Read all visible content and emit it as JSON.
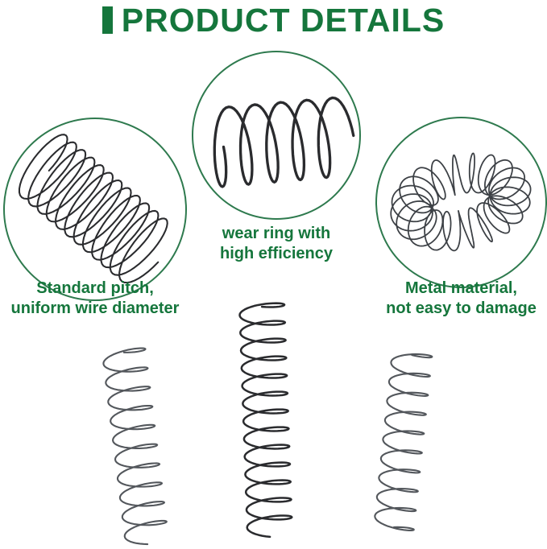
{
  "title": "PRODUCT DETAILS",
  "features": [
    {
      "line1": "Standard pitch,",
      "line2": "uniform wire diameter"
    },
    {
      "line1": "wear ring with",
      "line2": "high efficiency"
    },
    {
      "line1": "Metal material,",
      "line2": "not easy to damage"
    }
  ],
  "colors": {
    "accent_green": "#15763C",
    "circle_outline_green": "#2e7a4e",
    "spring_dark": "#2a2b2e",
    "spring_gray": "#53575c"
  },
  "images": {
    "left_photo": "angled-compression-spring-closeup",
    "center_photo": "side-view-spring-coil",
    "right_photo": "spring-bent-into-ring",
    "bottom_graphic": "three-vertical-compression-springs"
  }
}
